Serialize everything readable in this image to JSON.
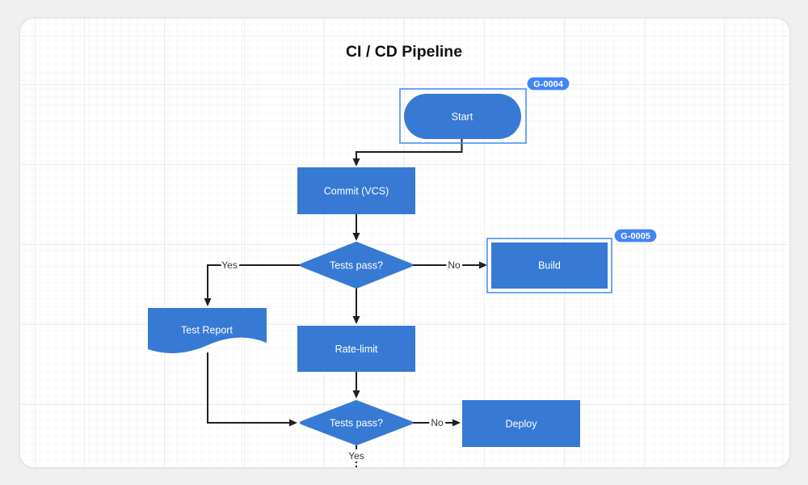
{
  "page": {
    "background": "#f0f0f1",
    "canvas_background": "#ffffff"
  },
  "diagram": {
    "title": "CI / CD Pipeline",
    "nodes": [
      {
        "id": "start",
        "type": "terminator",
        "label": "Start"
      },
      {
        "id": "commit",
        "type": "process",
        "label": "Commit (VCS)"
      },
      {
        "id": "tests-1",
        "type": "decision",
        "label": "Tests pass?"
      },
      {
        "id": "build",
        "type": "process",
        "label": "Build"
      },
      {
        "id": "test-report",
        "type": "document",
        "label": "Test Report"
      },
      {
        "id": "rate-limit",
        "type": "process",
        "label": "Rate-limit"
      },
      {
        "id": "tests-2",
        "type": "decision",
        "label": "Tests pass?"
      },
      {
        "id": "deploy",
        "type": "process",
        "label": "Deploy"
      }
    ],
    "edge_labels": {
      "tests1_yes": "Yes",
      "tests1_no": "No",
      "tests2_yes": "Yes",
      "tests2_no": "No"
    },
    "badges": [
      {
        "label": "G-0004"
      },
      {
        "label": "G-0005"
      }
    ],
    "colors": {
      "node_fill": "#377ad3",
      "node_text": "#ffffff",
      "edge": "#1f1f1f",
      "edge_label_text": "#333333",
      "selection_outline": "#4b8ff5",
      "badge_fill": "#4285f4",
      "badge_text": "#ffffff",
      "title_text": "#111111"
    }
  }
}
